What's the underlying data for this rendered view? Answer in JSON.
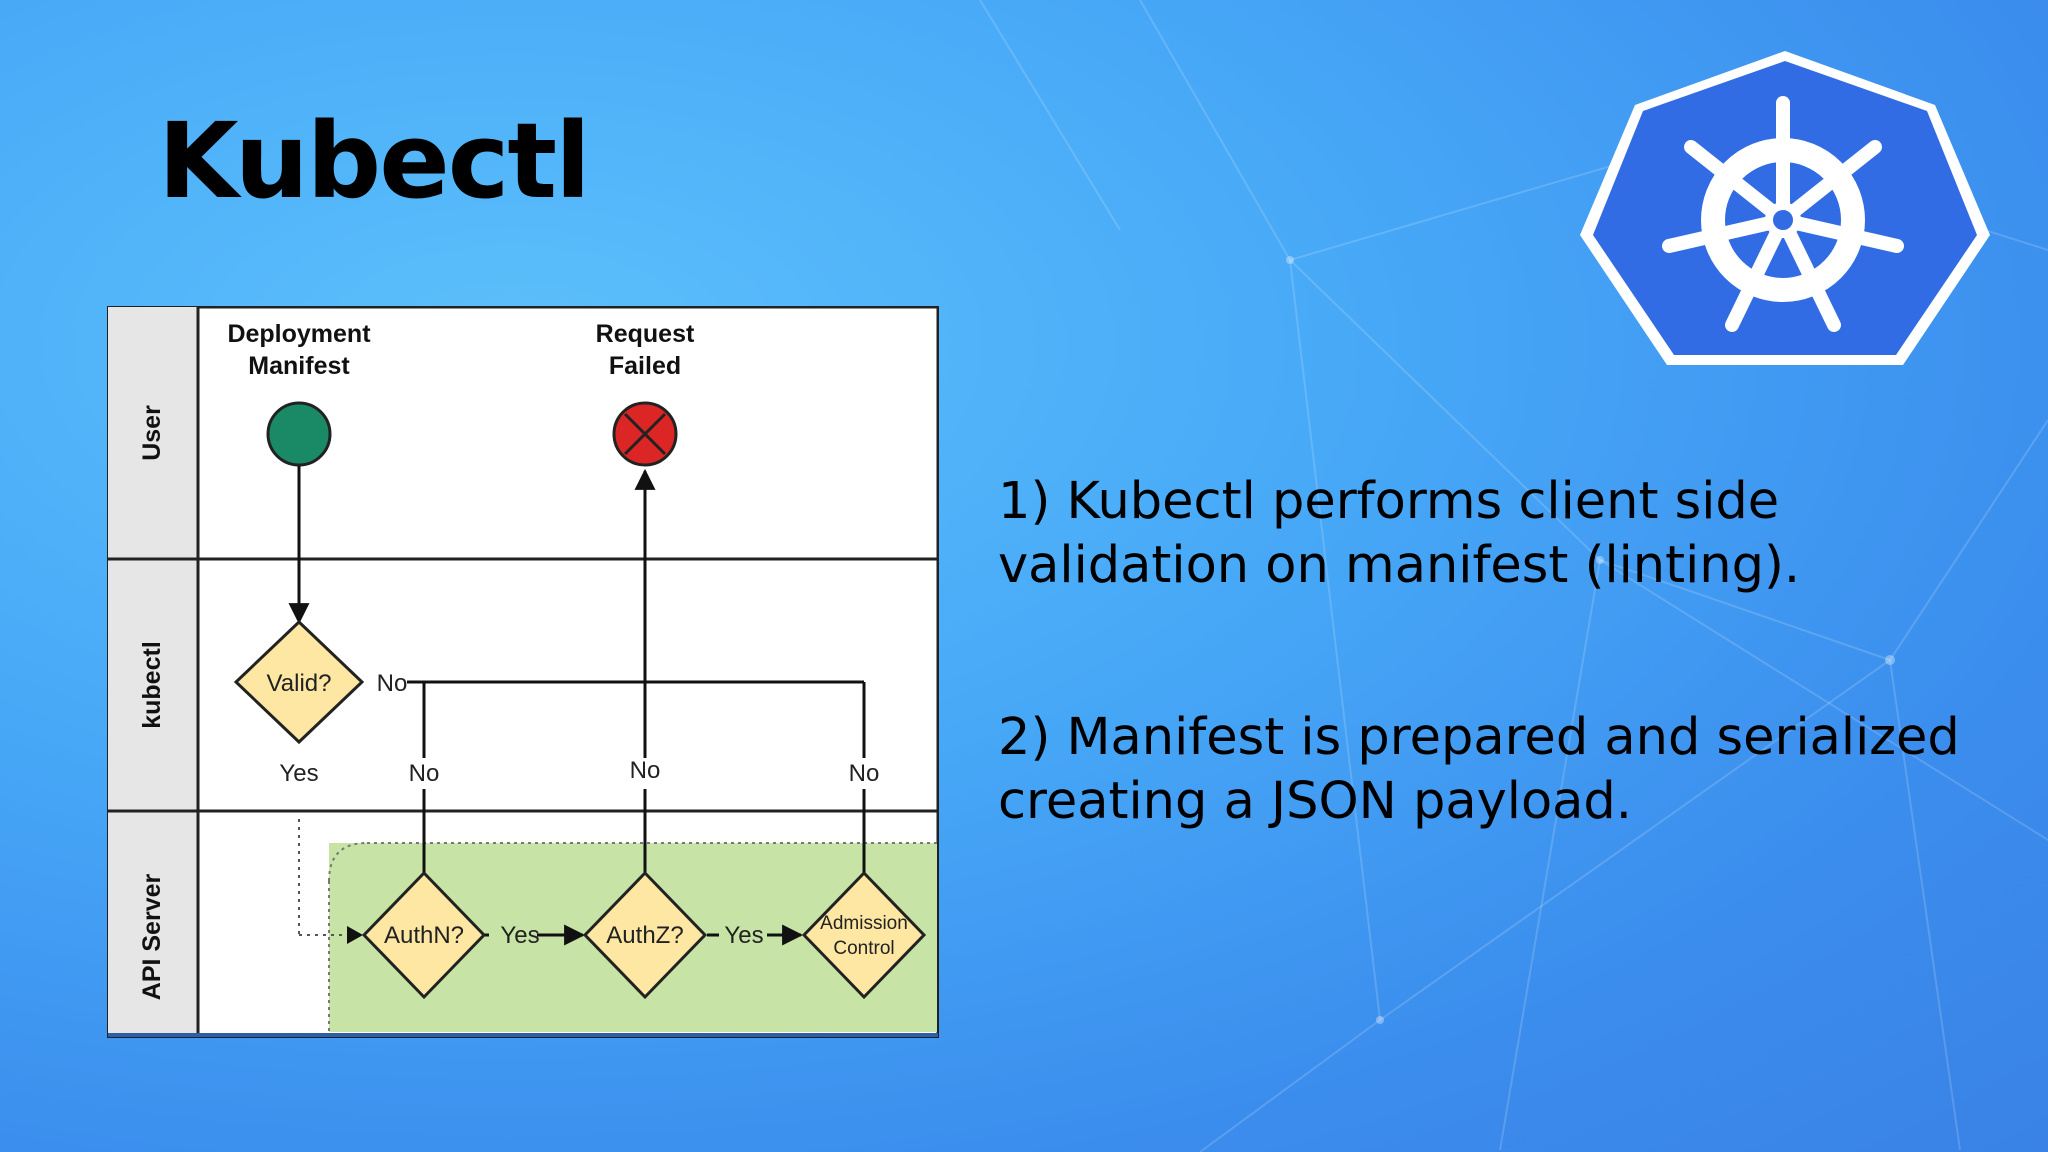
{
  "slide": {
    "title": "Kubectl",
    "points": [
      "1) Kubectl performs client side validation on manifest (linting).",
      "2) Manifest is prepared and serialized creating a JSON payload."
    ]
  },
  "logo": {
    "icon": "helm-wheel-icon",
    "color": "#326ce5"
  },
  "diagram": {
    "lanes": [
      "User",
      "kubectl",
      "API Server"
    ],
    "start_label": [
      "Deployment",
      "Manifest"
    ],
    "end_label": [
      "Request",
      "Failed"
    ],
    "decisions": {
      "valid": "Valid?",
      "authn": "AuthN?",
      "authz": "AuthZ?",
      "admission": [
        "Admission",
        "Control"
      ]
    },
    "edge_labels": {
      "valid_no": "No",
      "valid_yes": "Yes",
      "authn_no": "No",
      "authz_no": "No",
      "admission_no": "No",
      "authn_yes": "Yes",
      "authz_yes": "Yes"
    },
    "colors": {
      "start": "#1a8a66",
      "fail": "#dc2626",
      "decision": "#fde7a3",
      "api_region": "#c7e4a6",
      "lane_header": "#e6e6e6"
    }
  }
}
